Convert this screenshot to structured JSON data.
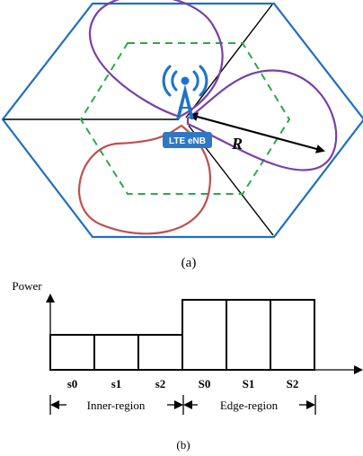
{
  "diagram_a": {
    "caption": "(a)",
    "enb_label": "LTE eNB",
    "radius_label": "R",
    "colors": {
      "hexagon": "#1f6fc0",
      "inner_hexagon": "#2ea84a",
      "beam_purple": "#7a3fa8",
      "beam_red": "#c0504d",
      "antenna": "#1e73c8",
      "enb_box": "#2f78c4",
      "sector_lines": "#000000"
    },
    "icons": [
      "antenna-tower-icon",
      "radio-waves-icon"
    ]
  },
  "diagram_b": {
    "caption": "(b)",
    "y_axis_label": "Power",
    "subbands": [
      "s0",
      "s1",
      "s2",
      "S0",
      "S1",
      "S2"
    ],
    "relative_power": [
      1,
      1,
      1,
      2,
      2,
      2
    ],
    "regions": [
      "Inner-region",
      "Edge-region"
    ]
  }
}
